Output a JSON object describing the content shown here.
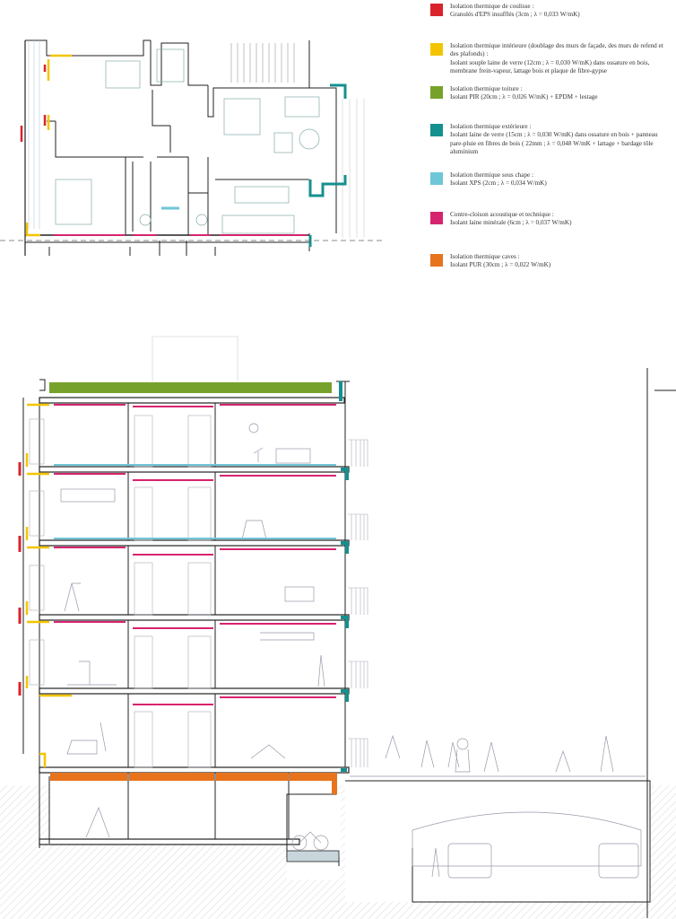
{
  "legend": {
    "items": [
      {
        "id": "coulisse",
        "color": "#d9232d",
        "lines": [
          "Isolation thermique de coulisse :",
          "Granulés d'EPS insufflés (3cm ; λ = 0,033 W/mK)"
        ]
      },
      {
        "id": "interieure",
        "color": "#f2c500",
        "lines": [
          "Isolation thermique intérieure (doublage des murs de façade, des murs de refend et des plafonds) :",
          "Isolant souple laine de verre (12cm ; λ = 0,030 W/mK) dans ossature en bois, membrane frein-vapeur, lattage bois et plaque de fibre-gypse"
        ]
      },
      {
        "id": "toiture",
        "color": "#76a22b",
        "lines": [
          "Isolation thermique toiture :",
          "Isolant PIR (20cm ; λ = 0,026 W/mK) + EPDM + lestage"
        ]
      },
      {
        "id": "exterieure",
        "color": "#14908f",
        "lines": [
          "Isolation thermique extérieure :",
          "Isolant laine de verre (15cm ; λ = 0,030 W/mK) dans ossature en bois + panneau pare-pluie en fibres de bois ( 22mm ; λ = 0,048 W/mK + lattage + bardage tôle aluminium"
        ]
      },
      {
        "id": "chape",
        "color": "#6ec6d8",
        "lines": [
          "Isolation thermique sous chape  :",
          "Isolant XPS (2cm ; λ = 0,034 W/mK)"
        ]
      },
      {
        "id": "acoustique",
        "color": "#d6246e",
        "lines": [
          "Contre-cloison acoustique et technique :",
          "Isolant laine minérale (6cm ; λ = 0,037 W/mK)"
        ]
      },
      {
        "id": "caves",
        "color": "#e8731d",
        "lines": [
          "Isolation thermique caves :",
          "Isolant PUR (30cm ; λ = 0,022 W/mK)"
        ]
      }
    ]
  }
}
